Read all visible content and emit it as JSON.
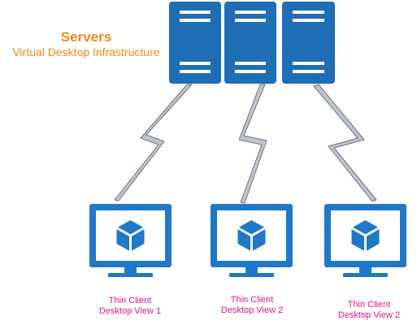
{
  "header": {
    "title": "Servers",
    "subtitle": "Virtual Desktop Infrastructure"
  },
  "servers": [
    {
      "id": "server-1",
      "icon": "server-tower-icon"
    },
    {
      "id": "server-2",
      "icon": "server-tower-icon"
    },
    {
      "id": "server-3",
      "icon": "server-tower-icon"
    }
  ],
  "connections": [
    {
      "from": "server-1",
      "to": "client-1",
      "icon": "lightning-link-icon"
    },
    {
      "from": "server-2",
      "to": "client-2",
      "icon": "lightning-link-icon"
    },
    {
      "from": "server-3",
      "to": "client-3",
      "icon": "lightning-link-icon"
    }
  ],
  "clients": [
    {
      "id": "client-1",
      "icon": "cube-icon",
      "line1": "Thin Client",
      "line2": "Desktop View 1"
    },
    {
      "id": "client-2",
      "icon": "cube-icon",
      "line1": "Thin Client",
      "line2": "Desktop View 2"
    },
    {
      "id": "client-3",
      "icon": "cube-icon",
      "line1": "Thin Client",
      "line2": "Desktop View 2"
    }
  ],
  "colors": {
    "server_blue": "#1f6db5",
    "monitor_blue": "#1f78c8",
    "title_orange": "#f08a1c",
    "label_magenta": "#e0168c",
    "bolt_fill": "#bfc4cc",
    "bolt_stroke": "#6e7580"
  }
}
